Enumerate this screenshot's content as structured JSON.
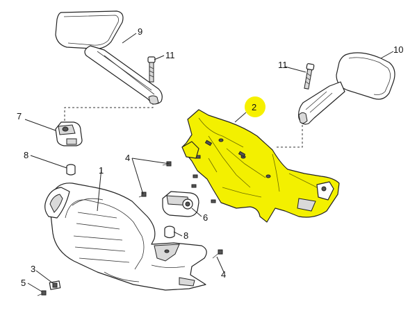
{
  "callouts": {
    "c1": "1",
    "c2": "2",
    "c3": "3",
    "c4a": "4",
    "c4b": "4",
    "c5": "5",
    "c6": "6",
    "c7": "7",
    "c8a": "8",
    "c8b": "8",
    "c9": "9",
    "c10": "10",
    "c11a": "11",
    "c11b": "11"
  },
  "colors": {
    "highlight": "#f3f000",
    "highlight_marker": "#f6f000"
  }
}
